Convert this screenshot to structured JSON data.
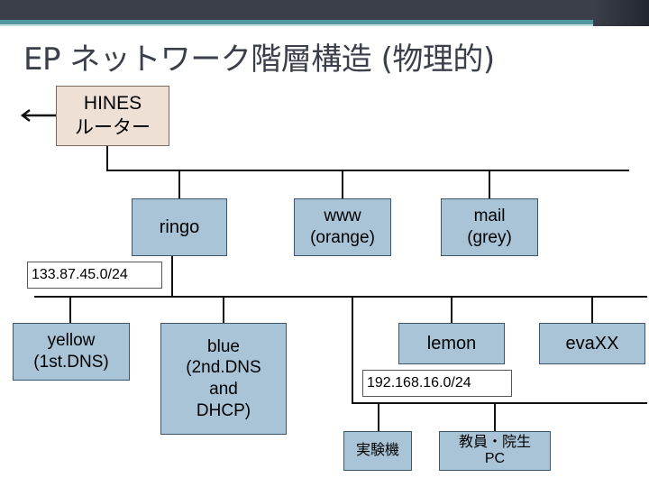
{
  "title": "EP ネットワーク階層構造 (物理的)",
  "router": {
    "label": "HINES\nルーター"
  },
  "tier1": [
    {
      "label": "ringo"
    },
    {
      "label": "www\n(orange)"
    },
    {
      "label": "mail\n(grey)"
    }
  ],
  "subnets": {
    "public": "133.87.45.0/24",
    "private": "192.168.16.0/24"
  },
  "tier2": [
    {
      "label": "yellow\n(1st.DNS)"
    },
    {
      "label": "blue\n(2nd.DNS\nand\nDHCP)"
    },
    {
      "label": "lemon"
    },
    {
      "label": "evaXX"
    }
  ],
  "tier3": [
    {
      "label": "実験機"
    },
    {
      "label": "教員・院生\nPC"
    }
  ],
  "colors": {
    "node": "#a9c4d6",
    "router": "#efe0d6",
    "header": "#3b3f4a",
    "accent": "#4f9aa0"
  }
}
